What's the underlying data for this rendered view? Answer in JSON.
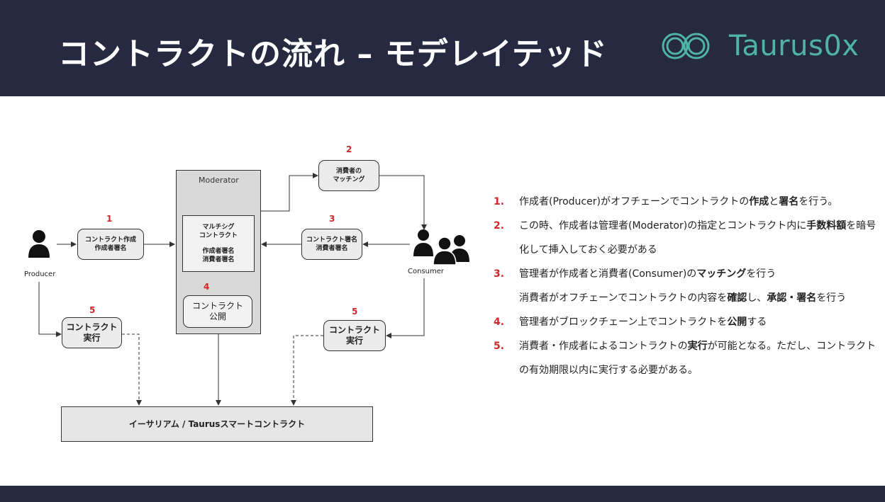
{
  "header": {
    "title": "コントラクトの流れ – モデレイテッド",
    "logo_text": "Taurus0x",
    "logo_color": "#4fb3a6",
    "background": "#252a40"
  },
  "diagram": {
    "moderator_label": "Moderator",
    "producer_label": "Producer",
    "consumer_label": "Consumer",
    "nums": [
      "1",
      "2",
      "3",
      "4",
      "5",
      "5"
    ],
    "box_create_line1": "コントラクト作成",
    "box_create_line2": "作成者署名",
    "box_match_line1": "消費者の",
    "box_match_line2": "マッチング",
    "box_consumer_sign_line1": "コントラクト署名",
    "box_consumer_sign_line2": "消費者署名",
    "box_multisig_line1": "マルチシグ",
    "box_multisig_line2": "コントラクト",
    "box_multisig_line3": "作成者署名",
    "box_multisig_line4": "消費者署名",
    "box_publish_line1": "コントラクト",
    "box_publish_line2": "公開",
    "box_exec_left_line1": "コントラクト",
    "box_exec_left_line2": "実行",
    "box_exec_right_line1": "コントラクト",
    "box_exec_right_line2": "実行",
    "bottom_box": "イーサリアム / Taurusスマートコントラクト"
  },
  "steps": [
    {
      "num": "1.",
      "parts": [
        "作成者(Producer)がオフチェーンでコントラクトの",
        "作成",
        "と",
        "署名",
        "を行う。"
      ]
    },
    {
      "num": "2.",
      "parts": [
        "この時、作成者は管理者(Moderator)の指定とコントラクト内に",
        "手数料額",
        "を暗号化して挿入しておく必要がある"
      ]
    },
    {
      "num": "3.",
      "parts": [
        "管理者が作成者と消費者(Consumer)の",
        "マッチング",
        "を行う"
      ]
    },
    {
      "cont": [
        "消費者がオフチェーンでコントラクトの内容を",
        "確認",
        "し、",
        "承認・署名",
        "を行う"
      ]
    },
    {
      "num": "4.",
      "parts": [
        "管理者がブロックチェーン上でコントラクトを",
        "公開",
        "する"
      ]
    },
    {
      "num": "5.",
      "parts": [
        "消費者・作成者によるコントラクトの",
        "実行",
        "が可能となる。ただし、コントラクトの有効期限以内に実行する必要がある。"
      ]
    }
  ]
}
